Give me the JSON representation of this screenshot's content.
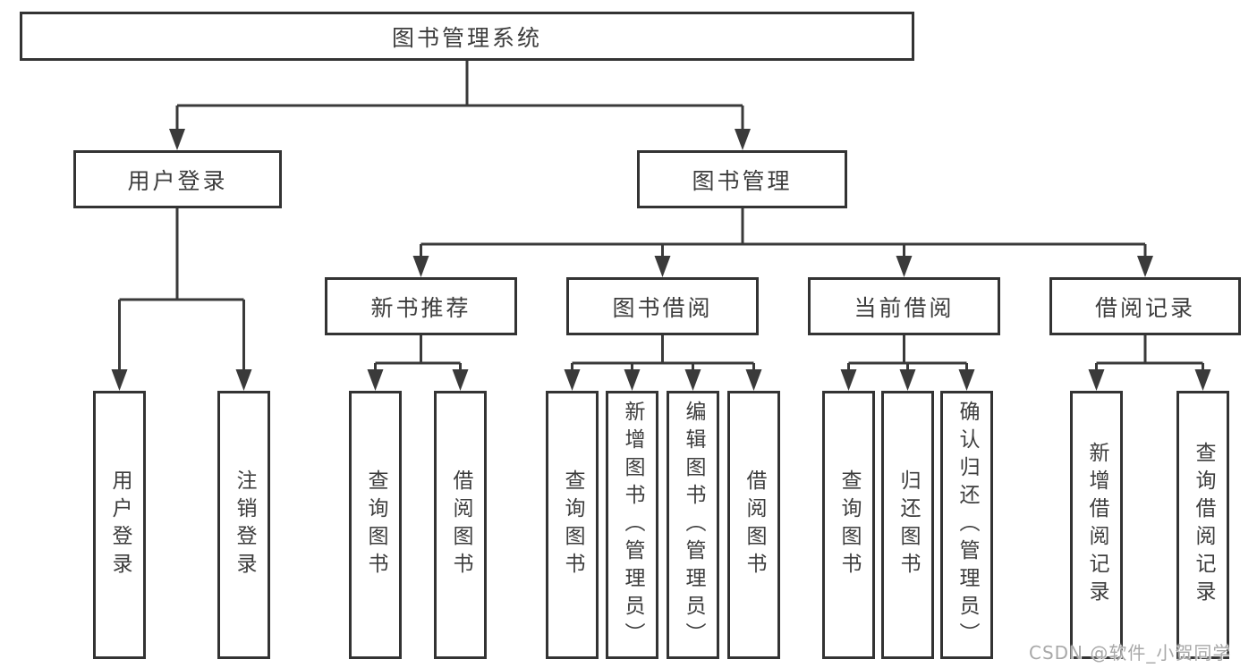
{
  "nodes": {
    "root": "图书管理系统",
    "user_login": "用户登录",
    "book_mgmt": "图书管理",
    "new_books": "新书推荐",
    "book_borrow": "图书借阅",
    "current_borrow": "当前借阅",
    "borrow_records": "借阅记录"
  },
  "leaves": {
    "user_login": [
      "用户登录",
      "注销登录"
    ],
    "new_books": [
      "查询图书",
      "借阅图书"
    ],
    "book_borrow": [
      "查询图书",
      "新增图书（管理员）",
      "编辑图书（管理员）",
      "借阅图书"
    ],
    "current_borrow": [
      "查询图书",
      "归还图书",
      "确认归还（管理员）"
    ],
    "borrow_records": [
      "新增借阅记录",
      "查询借阅记录"
    ]
  },
  "watermark": "CSDN @软件_小贺同学",
  "colors": {
    "line": "#3a3a3a",
    "box_border": "#333333",
    "text": "#3d3d3d",
    "watermark": "#a8a8a8",
    "background": "#ffffff"
  }
}
